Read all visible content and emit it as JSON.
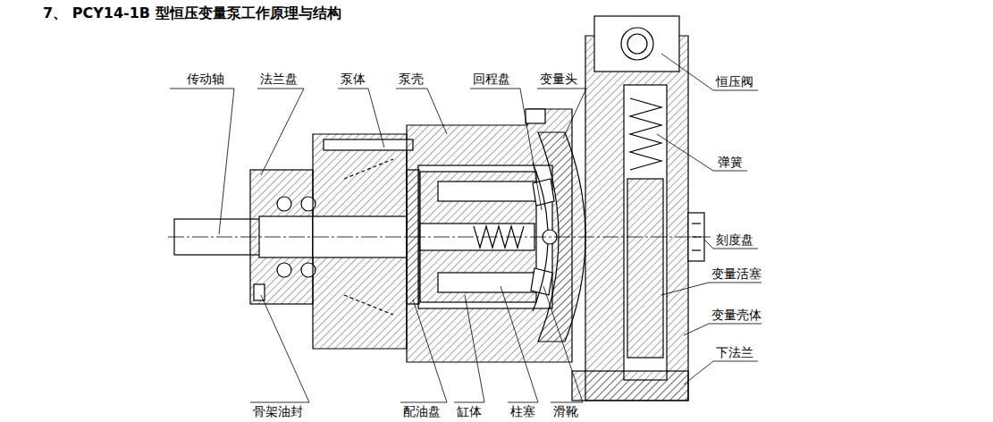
{
  "diagram": {
    "title": "7、 PCY14-1B 型恒压变量泵工作原理与结构",
    "labels": [
      "传动轴",
      "法兰盘",
      "泵体",
      "泵壳",
      "回程盘",
      "变量头",
      "恒压阀",
      "弹簧",
      "刻度盘",
      "变量活塞",
      "变量壳体",
      "下法兰",
      "骨架油封",
      "配油盘",
      "缸体",
      "柱塞",
      "滑靴"
    ]
  }
}
